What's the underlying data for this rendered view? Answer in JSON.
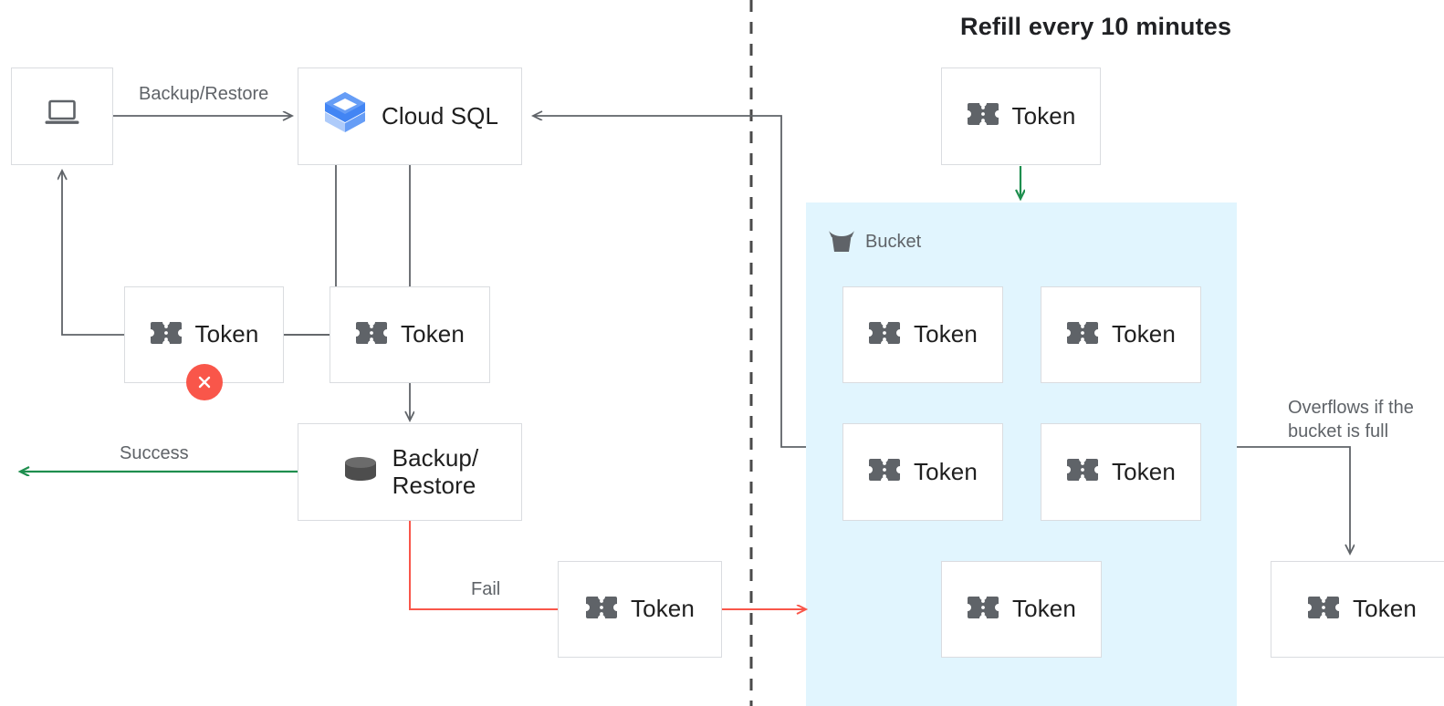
{
  "title": "Refill every 10 minutes",
  "colors": {
    "accent_green": "#1e8e4e",
    "accent_red": "#f9564a",
    "edge_gray": "#5f6368",
    "bucket_fill": "#e1f5fe",
    "node_border": "#dadce0",
    "text_primary": "#1f1f1f",
    "text_secondary": "#5f6368",
    "cloudsql_blue": "#4285f4",
    "cloudsql_blue_light": "#aecbfa"
  },
  "nodes": {
    "laptop": {
      "label": "",
      "icon": "laptop-icon"
    },
    "cloud_sql": {
      "label": "Cloud SQL",
      "icon": "cloud-sql-icon"
    },
    "token_failed": {
      "label": "Token",
      "icon": "token-icon",
      "badge": "error-x-badge"
    },
    "token_consumed": {
      "label": "Token",
      "icon": "token-icon"
    },
    "backup_restore": {
      "label": "Backup/\nRestore",
      "icon": "database-icon"
    },
    "token_fail_out": {
      "label": "Token",
      "icon": "token-icon"
    },
    "token_refill": {
      "label": "Token",
      "icon": "token-icon"
    },
    "token_overflow": {
      "label": "Token",
      "icon": "token-icon"
    }
  },
  "bucket": {
    "label": "Bucket",
    "icon": "bucket-icon",
    "tokens": [
      {
        "label": "Token"
      },
      {
        "label": "Token"
      },
      {
        "label": "Token"
      },
      {
        "label": "Token"
      },
      {
        "label": "Token"
      }
    ]
  },
  "edge_labels": {
    "backup_restore": "Backup/Restore",
    "success": "Success",
    "fail": "Fail",
    "overflow": "Overflows if the\nbucket is full"
  }
}
